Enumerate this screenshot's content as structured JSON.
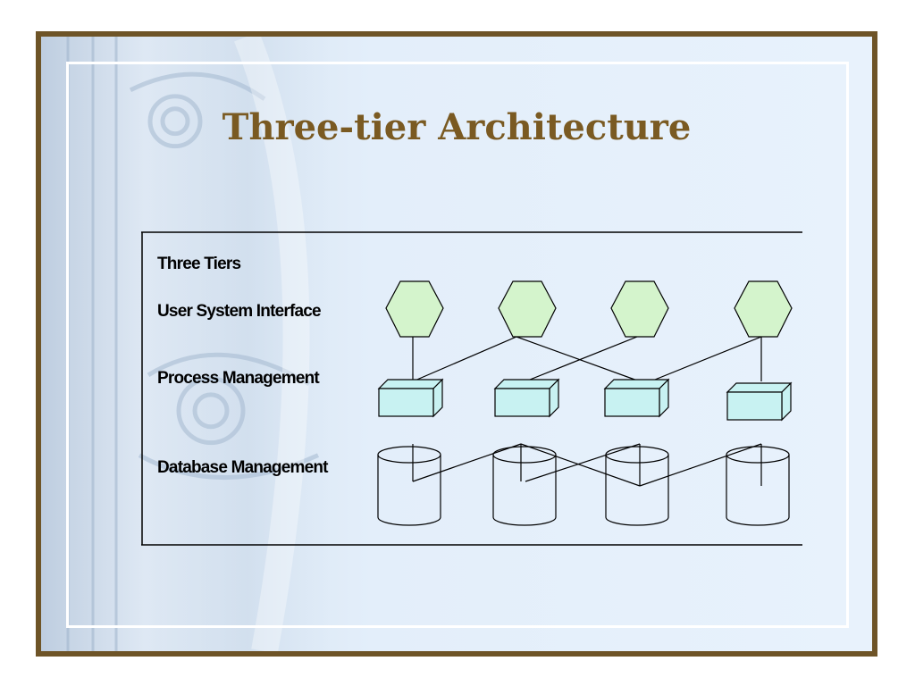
{
  "slide": {
    "title": "Three-tier Architecture"
  },
  "diagram": {
    "heading": "Three Tiers",
    "tiers": [
      "User System Interface",
      "Process Management",
      "Database Management"
    ]
  },
  "colors": {
    "frame_border": "#6e5427",
    "title": "#7a5a22",
    "hexagon_fill": "#d4f4cc",
    "box_fill": "#c8f2f2",
    "background": "#e3eefa"
  },
  "icons": [
    "hexagon-icon",
    "process-box-icon",
    "database-cylinder-icon"
  ]
}
